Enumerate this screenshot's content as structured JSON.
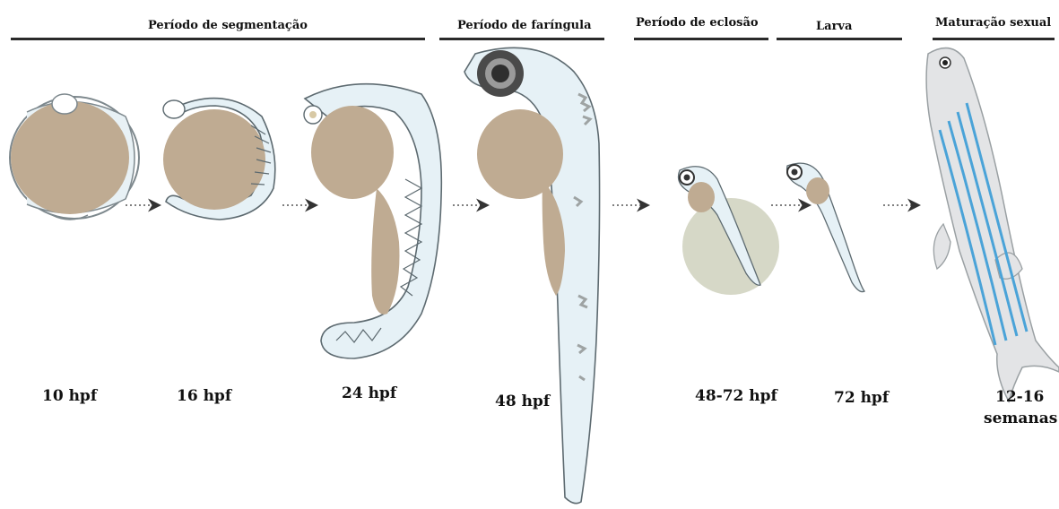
{
  "periods": {
    "segmentation": "Período de segmentação",
    "pharyngula": "Período de faríngula",
    "hatching": "Período de eclosão",
    "larva": "Larva",
    "maturation": "Maturação sexual"
  },
  "stages": {
    "s10": "10 hpf",
    "s16": "16 hpf",
    "s24": "24 hpf",
    "s48": "48 hpf",
    "s48_72": "48-72 hpf",
    "s72": "72 hpf",
    "adult_line1": "12-16",
    "adult_line2": "semanas"
  },
  "colors": {
    "yolk": "#bfab92",
    "embryo_fill": "#e6f1f6",
    "outline": "#5d6a70",
    "pigment": "#9ea3a3",
    "chorion": "#cfd1bd",
    "adult_body": "#e3e4e6",
    "stripe": "#4aa3d8",
    "bar": "#2a2a2a"
  }
}
